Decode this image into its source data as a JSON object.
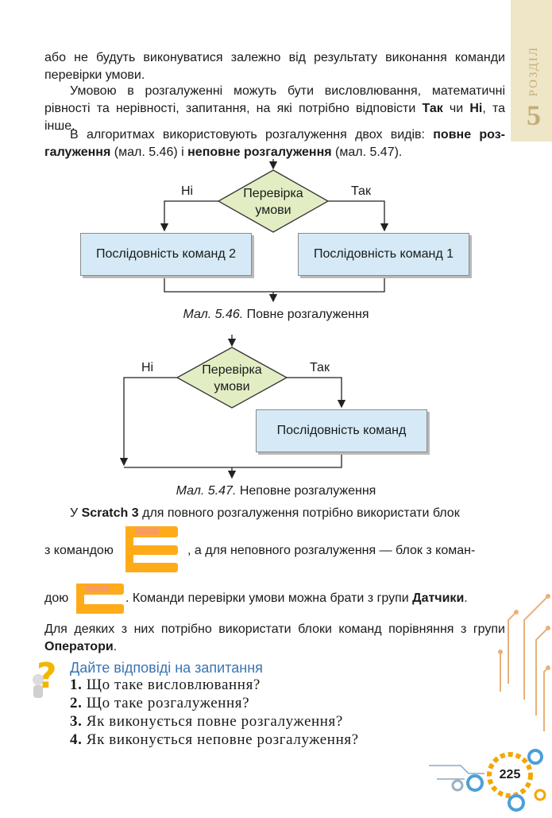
{
  "section_tab": {
    "label": "РОЗДІЛ",
    "number": "5"
  },
  "paragraphs": {
    "p1": "або не будуть виконуватися залежно від результату виконання команди перевірки умови.",
    "p2_a": "Умовою в розгалуженні можуть бути висловлювання, математичні рівності та нерівності, запитання, на які потрібно відповісти ",
    "p2_tak": "Так",
    "p2_chy": " чи ",
    "p2_ni": "Ні",
    "p2_b": ", та інше.",
    "p3_a": "В алгоритмах використовують розгалуження двох видів: ",
    "p3_full": "повне роз­галуження",
    "p3_b": " (мал. 5.46) і ",
    "p3_partial": "неповне розгалуження",
    "p3_c": " (мал. 5.47)."
  },
  "diagram1": {
    "condition_line1": "Перевірка",
    "condition_line2": "умови",
    "no": "Ні",
    "yes": "Так",
    "box_left": "Послідовність команд 2",
    "box_right": "Послідовність команд 1",
    "caption_num": "Мал. 5.46.",
    "caption_text": " Повне розгалуження"
  },
  "diagram2": {
    "condition_line1": "Перевірка",
    "condition_line2": "умови",
    "no": "Ні",
    "yes": "Так",
    "box": "Послідовність команд",
    "caption_num": "Мал. 5.47.",
    "caption_text": " Неповне розгалуження"
  },
  "scratch": {
    "l1_a": "У ",
    "l1_scratch": "Scratch 3",
    "l1_b": " для повного розгалуження потрібно використати блок",
    "l2_a": "з командою",
    "l2_b": ", а для неповного розгалуження — блок з коман-",
    "l3_a": "дою",
    "l3_b": ". Команди перевірки умови можна брати з групи ",
    "l3_sensing": "Датчики",
    "l3_c": ".",
    "p4_a": "Для деяких з них потрібно використати блоки команд порівняння з групи ",
    "p4_ops": "Оператори",
    "p4_b": ".",
    "block_color": "#ffab19"
  },
  "questions": {
    "heading": "Дайте відповіді на запитання",
    "items": [
      {
        "num": "1.",
        "text": " Що таке висловлювання?"
      },
      {
        "num": "2.",
        "text": " Що таке розгалуження?"
      },
      {
        "num": "3.",
        "text": " Як виконується повне розгалуження?"
      },
      {
        "num": "4.",
        "text": " Як виконується неповне розгалуження?"
      }
    ]
  },
  "page_number": "225",
  "colors": {
    "box_fill": "#d5eaf6",
    "diamond_fill": "#e2edc4",
    "heading": "#3a74b5",
    "tab": "#efe6c8"
  }
}
